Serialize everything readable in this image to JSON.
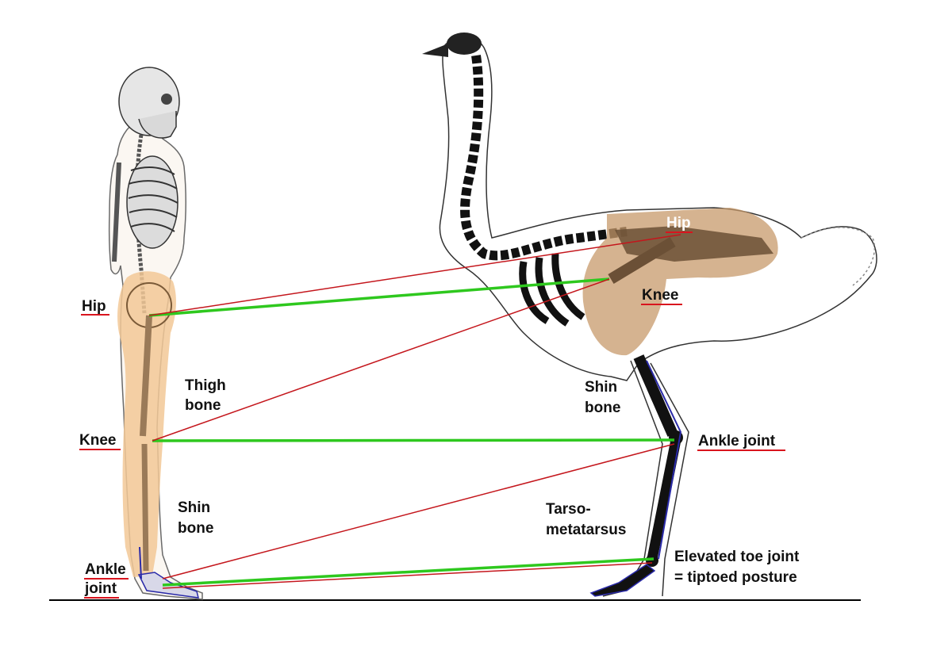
{
  "colors": {
    "flesh": "#f2c896",
    "ostrich_flesh": "#c79a6b",
    "bone_black": "#111111",
    "green_line": "#2ec81e",
    "red_line": "#c4161c",
    "tendon_blue": "#2a2aa8",
    "underline_red": "#d9141e",
    "ground": "#000000"
  },
  "human_labels": {
    "hip": "Hip",
    "knee": "Knee",
    "ankle_line1": "Ankle",
    "ankle_line2": "joint",
    "thigh_line1": "Thigh",
    "thigh_line2": "bone",
    "shin_line1": "Shin",
    "shin_line2": "bone"
  },
  "ostrich_labels": {
    "hip": "Hip",
    "knee": "Knee",
    "shin_line1": "Shin",
    "shin_line2": "bone",
    "ankle": "Ankle joint",
    "tarso_line1": "Tarso-",
    "tarso_line2": "metatarsus",
    "toe_line1": "Elevated toe joint",
    "toe_line2": "= tiptoed posture"
  }
}
